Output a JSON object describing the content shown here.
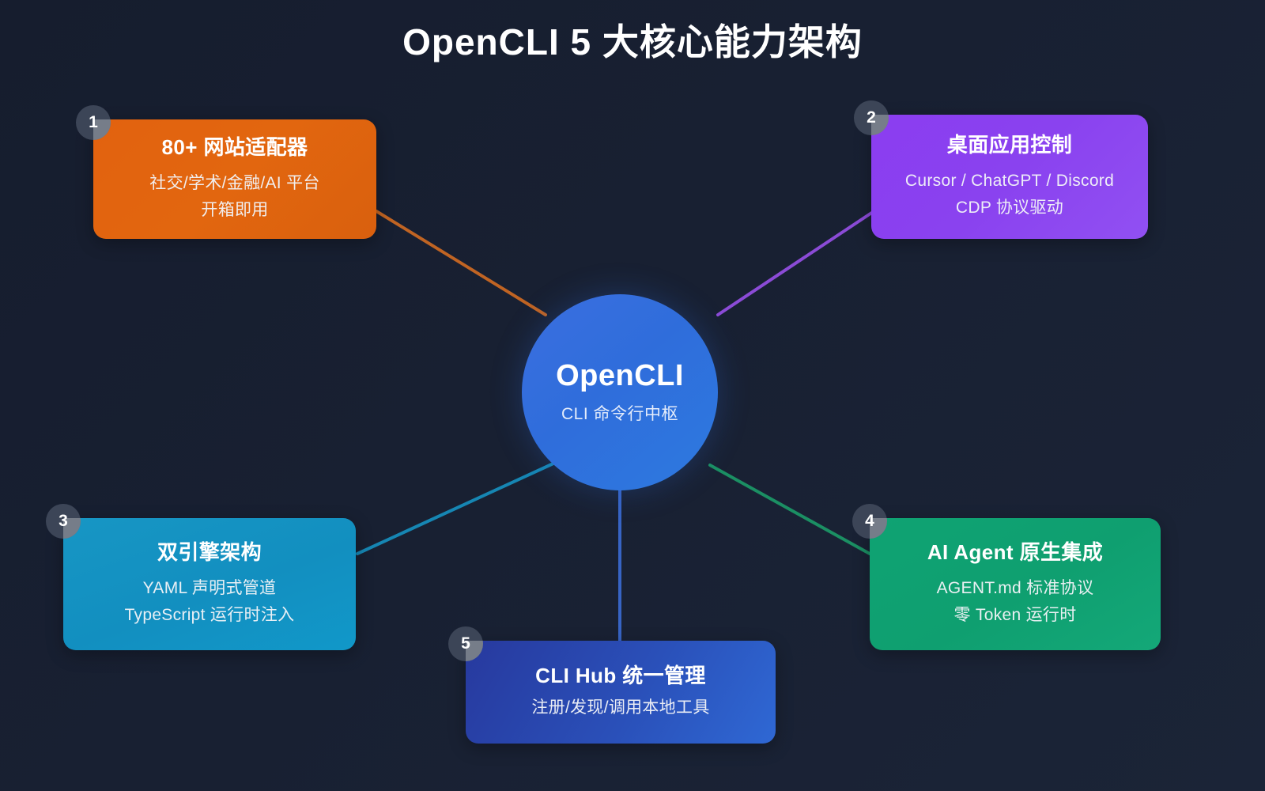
{
  "page": {
    "title": "OpenCLI 5 大核心能力架构",
    "background_color": "#182032"
  },
  "hub": {
    "name": "OpenCLI",
    "subtitle": "CLI 命令行中枢",
    "color": "#2f6ddb"
  },
  "cards": [
    {
      "badge": "1",
      "title": "80+ 网站适配器",
      "line1": "社交/学术/金融/AI 平台",
      "line2": "开箱即用",
      "color": "#e2620f",
      "connector_color": "#c06423"
    },
    {
      "badge": "2",
      "title": "桌面应用控制",
      "line1": "Cursor / ChatGPT / Discord",
      "line2": "CDP 协议驱动",
      "color": "#8b3df0",
      "connector_color": "#8b4bd6"
    },
    {
      "badge": "3",
      "title": "双引擎架构",
      "line1": "YAML 声明式管道",
      "line2": "TypeScript 运行时注入",
      "color": "#1796c4",
      "connector_color": "#1686b3"
    },
    {
      "badge": "4",
      "title": "AI Agent 原生集成",
      "line1": "AGENT.md 标准协议",
      "line2": "零 Token 运行时",
      "color": "#0fa373",
      "connector_color": "#1b8f63"
    },
    {
      "badge": "5",
      "title": "CLI Hub 统一管理",
      "line1": "注册/发现/调用本地工具",
      "line2": "",
      "color": "#2a50b9",
      "connector_color": "#3764c4"
    }
  ]
}
